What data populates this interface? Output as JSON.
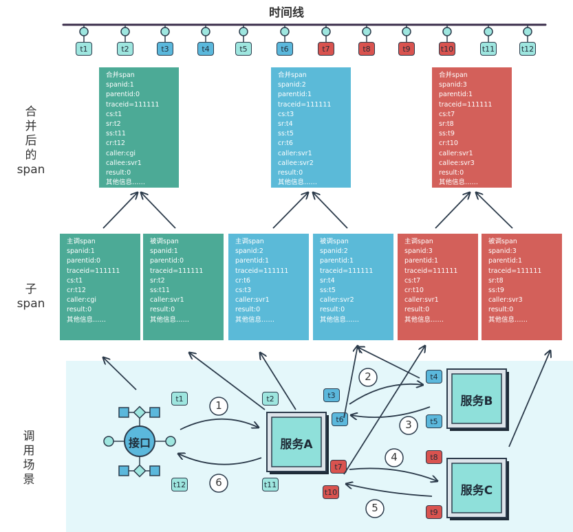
{
  "title": "时间线",
  "row_labels": {
    "merged": [
      "合",
      "并",
      "后",
      "的",
      "span"
    ],
    "child": [
      "子",
      "span"
    ],
    "scene": [
      "调",
      "用",
      "场",
      "景"
    ]
  },
  "timeline": {
    "ticks": [
      {
        "label": "t1",
        "color": "#9ee6df"
      },
      {
        "label": "t2",
        "color": "#9ee6df"
      },
      {
        "label": "t3",
        "color": "#5bb8dc"
      },
      {
        "label": "t4",
        "color": "#5bb8dc"
      },
      {
        "label": "t5",
        "color": "#9ee6df"
      },
      {
        "label": "t6",
        "color": "#5bb8dc"
      },
      {
        "label": "t7",
        "color": "#d9534f"
      },
      {
        "label": "t8",
        "color": "#d9534f"
      },
      {
        "label": "t9",
        "color": "#d9534f"
      },
      {
        "label": "t10",
        "color": "#d9534f"
      },
      {
        "label": "t11",
        "color": "#9ee6df"
      },
      {
        "label": "t12",
        "color": "#9ee6df"
      }
    ]
  },
  "colors": {
    "green": "#4caa96",
    "blue": "#5bbad8",
    "red": "#d3605a",
    "teal_light": "#9ee6df",
    "scene_bg": "#e4f7fa",
    "dark": "#2b3a4a"
  },
  "merged_spans": [
    {
      "color": "#4caa96",
      "lines": [
        "合并span",
        "spanid:1",
        "parentid:0",
        "traceid=111111",
        "cs:t1",
        "sr:t2",
        "ss:t11",
        "cr:t12",
        "caller:cgi",
        "callee:svr1",
        "result:0",
        "其他信息……"
      ]
    },
    {
      "color": "#5bbad8",
      "lines": [
        "合并span",
        "spanid:2",
        "parentid:1",
        "traceid=111111",
        "cs:t3",
        "sr:t4",
        "ss:t5",
        "cr:t6",
        "caller:svr1",
        "callee:svr2",
        "result:0",
        "其他信息……"
      ]
    },
    {
      "color": "#d3605a",
      "lines": [
        "合并span",
        "spanid:3",
        "parentid:1",
        "traceid=111111",
        "cs:t7",
        "sr:t8",
        "ss:t9",
        "cr:t10",
        "caller:svr1",
        "callee:svr3",
        "result:0",
        "其他信息……"
      ]
    }
  ],
  "child_spans": [
    {
      "color": "#4caa96",
      "lines": [
        "主调span",
        "spanid:1",
        "parentid:0",
        "traceid=111111",
        "cs:t1",
        "cr:t12",
        "caller:cgi",
        "result:0",
        "其他信息……"
      ]
    },
    {
      "color": "#4caa96",
      "lines": [
        "被调span",
        "spanid:1",
        "parentid:0",
        "traceid=111111",
        " sr:t2",
        "ss:t11",
        "caller:svr1",
        "result:0",
        "其他信息……"
      ]
    },
    {
      "color": "#5bbad8",
      "lines": [
        "主调span",
        "spanid:2",
        "parentid:1",
        "traceid=111111",
        "cr:t6",
        "cs:t3",
        "caller:svr1",
        "result:0",
        "其他信息……"
      ]
    },
    {
      "color": "#5bbad8",
      "lines": [
        "被调span",
        "spanid:2",
        "parentid:1",
        "traceid=111111",
        "sr:t4",
        "ss:t5",
        "caller:svr2",
        "result:0",
        "其他信息……"
      ]
    },
    {
      "color": "#d3605a",
      "lines": [
        "主调span",
        "spanid:3",
        "parentid:1",
        "traceid=111111",
        "cs:t7",
        "cr:t10",
        "caller:svr1",
        "result:0",
        "其他信息……"
      ]
    },
    {
      "color": "#d3605a",
      "lines": [
        "被调span",
        "spanid:3",
        "parentid:1",
        "traceid=111111",
        "sr:t8",
        "ss:t9",
        "caller:svr3",
        "result:0",
        "其他信息……"
      ]
    }
  ],
  "scene": {
    "interface": {
      "label": "接口"
    },
    "services": [
      {
        "id": "A",
        "label": "服务A"
      },
      {
        "id": "B",
        "label": "服务B"
      },
      {
        "id": "C",
        "label": "服务C"
      }
    ],
    "badges": [
      {
        "label": "t1",
        "color": "#9ee6df"
      },
      {
        "label": "t2",
        "color": "#9ee6df"
      },
      {
        "label": "t3",
        "color": "#5bb8dc"
      },
      {
        "label": "t6",
        "color": "#5bb8dc"
      },
      {
        "label": "t4",
        "color": "#5bb8dc"
      },
      {
        "label": "t5",
        "color": "#5bb8dc"
      },
      {
        "label": "t7",
        "color": "#d9534f"
      },
      {
        "label": "t10",
        "color": "#d9534f"
      },
      {
        "label": "t8",
        "color": "#d9534f"
      },
      {
        "label": "t9",
        "color": "#d9534f"
      },
      {
        "label": "t11",
        "color": "#9ee6df"
      },
      {
        "label": "t12",
        "color": "#9ee6df"
      }
    ],
    "step_numbers": [
      "1",
      "2",
      "3",
      "4",
      "5",
      "6"
    ]
  }
}
